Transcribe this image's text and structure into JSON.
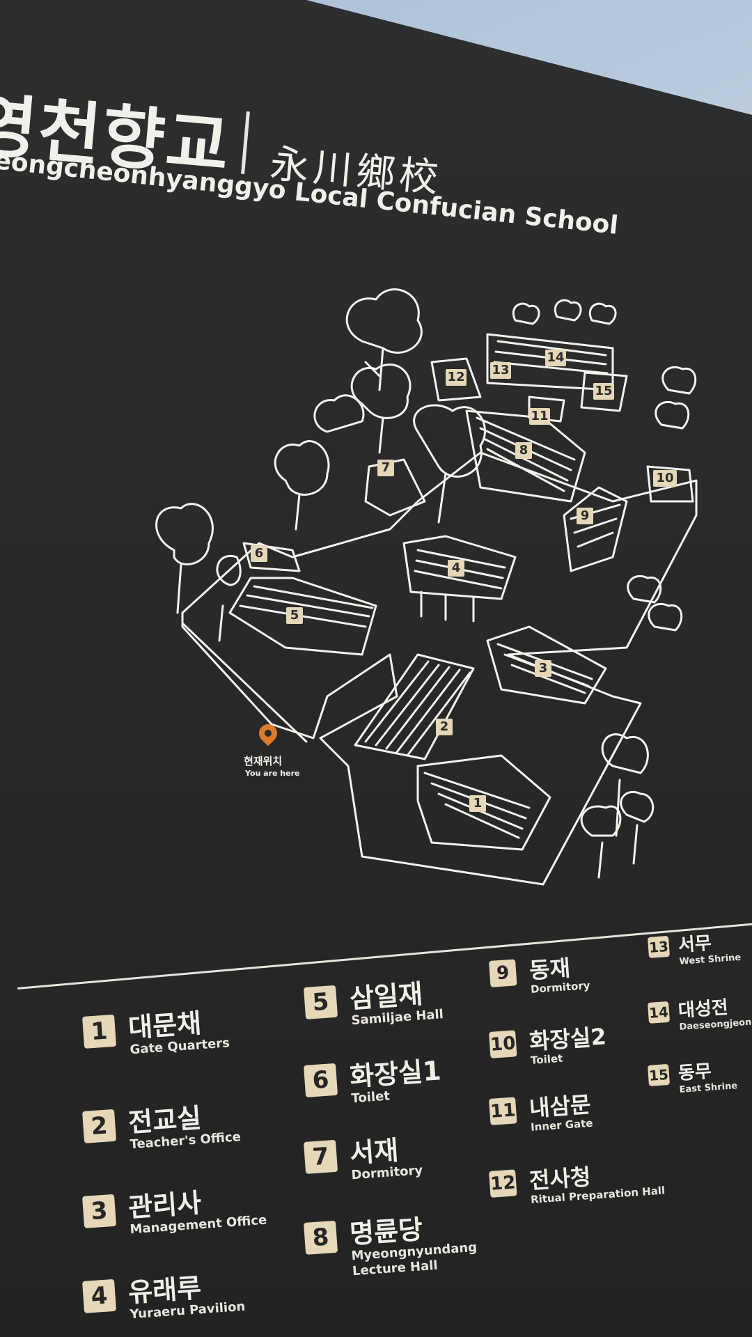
{
  "sign": {
    "title_korean": "영천향교",
    "title_hanja": "永川鄉校",
    "title_english": "eongcheonhyanggyo Local Confucian School"
  },
  "map": {
    "you_are_here_korean": "현재위치",
    "you_are_here_english": "You are here",
    "pin_color": "#e07a2b",
    "building_numbers": [
      "1",
      "2",
      "3",
      "4",
      "5",
      "6",
      "7",
      "8",
      "9",
      "10",
      "11",
      "12",
      "13",
      "14",
      "15"
    ]
  },
  "legend": [
    {
      "num": "1",
      "korean": "대문채",
      "english": "Gate Quarters"
    },
    {
      "num": "2",
      "korean": "전교실",
      "english": "Teacher's Office"
    },
    {
      "num": "3",
      "korean": "관리사",
      "english": "Management Office"
    },
    {
      "num": "4",
      "korean": "유래루",
      "english": "Yuraeru Pavilion"
    },
    {
      "num": "5",
      "korean": "삼일재",
      "english": "Samiljae Hall"
    },
    {
      "num": "6",
      "korean": "화장실1",
      "english": "Toilet"
    },
    {
      "num": "7",
      "korean": "서재",
      "english": "Dormitory"
    },
    {
      "num": "8",
      "korean": "명륜당",
      "english": "Myeongnyundang Lecture Hall"
    },
    {
      "num": "9",
      "korean": "동재",
      "english": "Dormitory"
    },
    {
      "num": "10",
      "korean": "화장실2",
      "english": "Toilet"
    },
    {
      "num": "11",
      "korean": "내삼문",
      "english": "Inner Gate"
    },
    {
      "num": "12",
      "korean": "전사청",
      "english": "Ritual Preparation Hall"
    },
    {
      "num": "13",
      "korean": "서무",
      "english": "West Shrine"
    },
    {
      "num": "14",
      "korean": "대성전",
      "english": "Daeseongjeon Shri"
    },
    {
      "num": "15",
      "korean": "동무",
      "english": "East Shrine"
    }
  ],
  "colors": {
    "board": "#2b2b2b",
    "badge": "#e5d7b7",
    "line_art": "#f4f2ec"
  }
}
